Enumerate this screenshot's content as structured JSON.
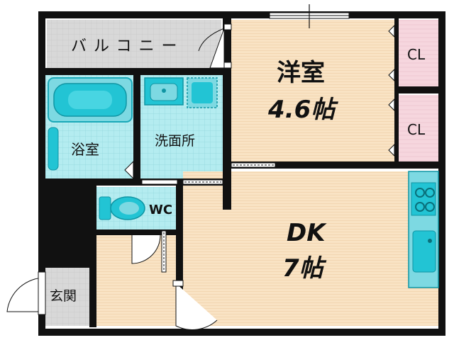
{
  "rooms": {
    "balcony": "バルコニー",
    "western_room": "洋室",
    "western_room_size": "4.6帖",
    "closet_1": "CL",
    "closet_2": "CL",
    "bath": "浴室",
    "washroom": "洗面所",
    "toilet": "WC",
    "dk": "DK",
    "dk_size": "7帖",
    "entrance": "玄関"
  },
  "colors": {
    "wall": "#111111",
    "room_floor": "#f9e3c4",
    "wet_area": "#b4ecf0",
    "closet": "#f6d6de",
    "balcony": "#d8d8d8",
    "fixture": "#22c4d4"
  }
}
